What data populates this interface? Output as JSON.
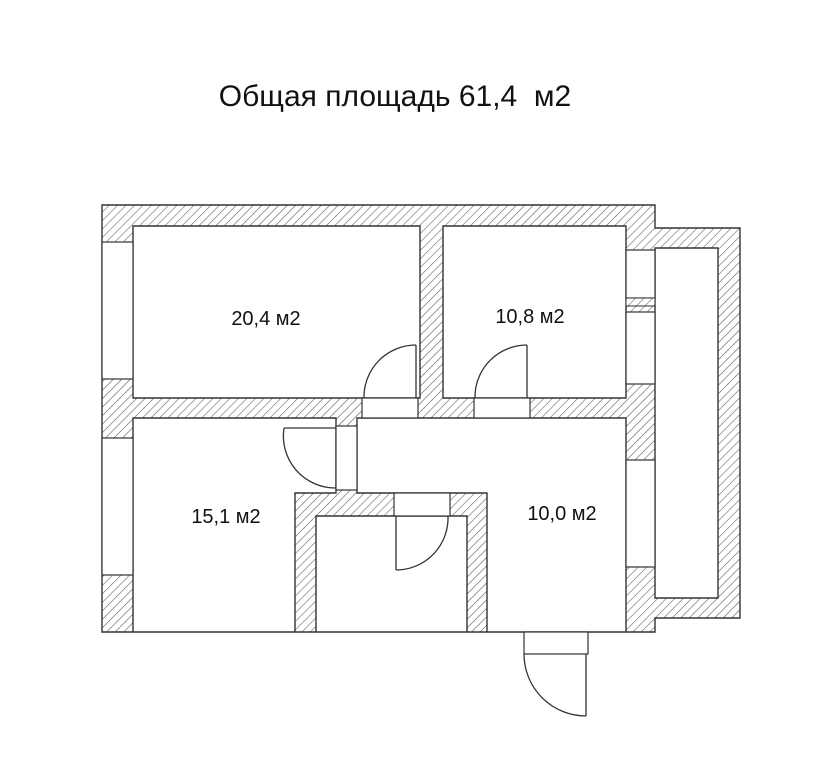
{
  "plan": {
    "title": "Общая площадь 61,4  м2",
    "rooms": [
      {
        "id": "room-large",
        "area_label": "20,4 м2"
      },
      {
        "id": "room-small-top-right",
        "area_label": "10,8 м2"
      },
      {
        "id": "room-left-bottom",
        "area_label": "15,1 м2"
      },
      {
        "id": "room-right-bottom",
        "area_label": "10,0 м2"
      }
    ]
  },
  "colors": {
    "wall_fill": "#ffffff",
    "hatch": "#555555",
    "line": "#333333",
    "text": "#111111"
  }
}
